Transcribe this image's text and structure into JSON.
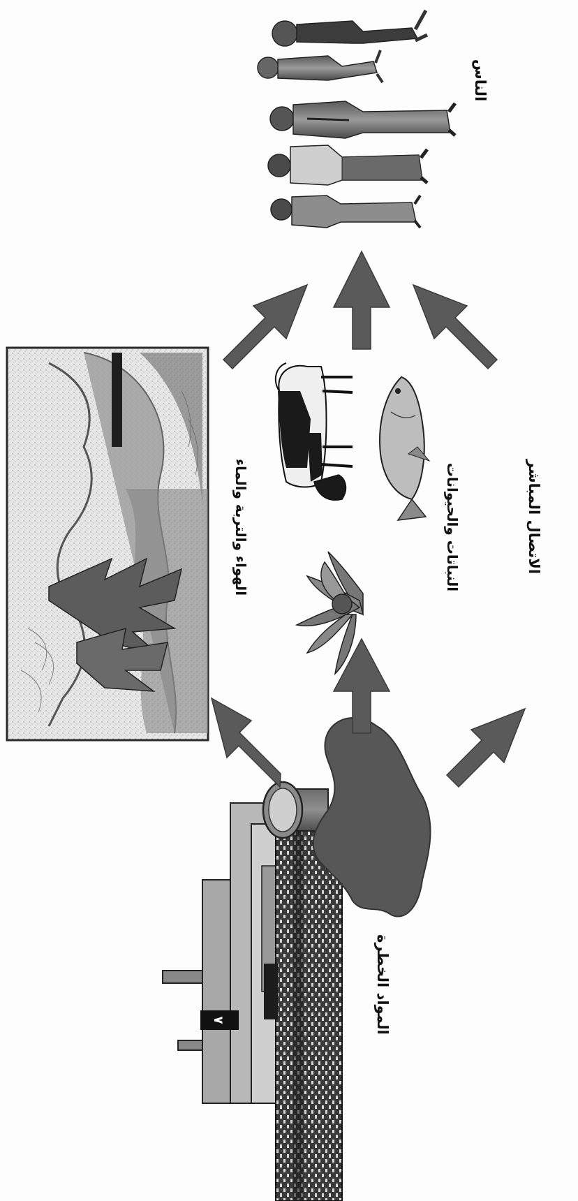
{
  "labels": {
    "hazardous_materials": "المواد الخطرة",
    "air_soil_water": "الهواء والتربة والماء",
    "plants_animals": "النباتات والحيوانات",
    "direct_contact": "الاتصال المباشر",
    "people": "الناس"
  },
  "factory_sign": "٧",
  "colors": {
    "arrow": "#5a5a5a",
    "blob": "#575757",
    "landscape_frame": "#2a2a2a",
    "text": "#111111"
  }
}
